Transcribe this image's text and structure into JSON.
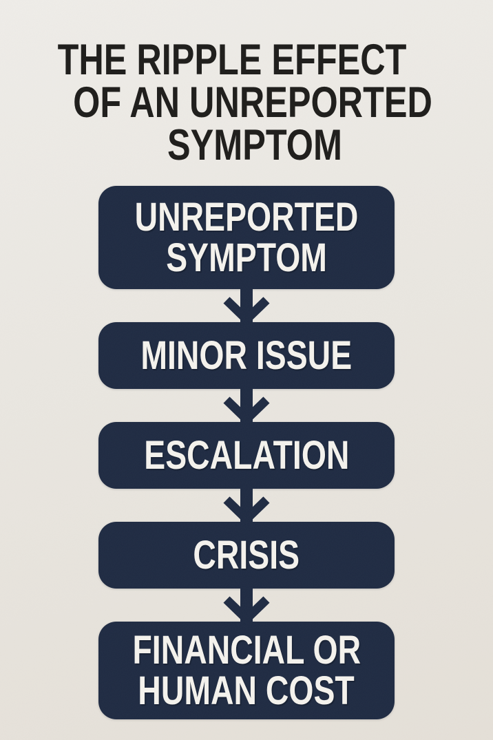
{
  "title": {
    "lines": [
      "THE RIPPLE EFFECT",
      "OF AN UNREPORTED",
      "SYMPTOM"
    ]
  },
  "flow": {
    "boxes": [
      {
        "label": "UNREPORTED SYMPTOM",
        "lines": [
          "UNREPORTED",
          "SYMPTOM"
        ]
      },
      {
        "label": "MINOR ISSUE",
        "lines": [
          "MINOR ISSUE"
        ]
      },
      {
        "label": "ESCALATION",
        "lines": [
          "ESCALATION"
        ]
      },
      {
        "label": "CRISIS",
        "lines": [
          "CRISIS"
        ]
      },
      {
        "label": "FINANCIAL OR HUMAN COST",
        "lines": [
          "FINANCIAL OR",
          "HUMAN COST"
        ]
      }
    ],
    "connector_icon": "down-arrow"
  },
  "colors": {
    "background": "#eae7e1",
    "background_top": "#efede9",
    "background_bottom": "#e5e0d8",
    "box": "#1e2a42",
    "box_text": "#f5f3ee",
    "title_text": "#1d1c1a"
  }
}
